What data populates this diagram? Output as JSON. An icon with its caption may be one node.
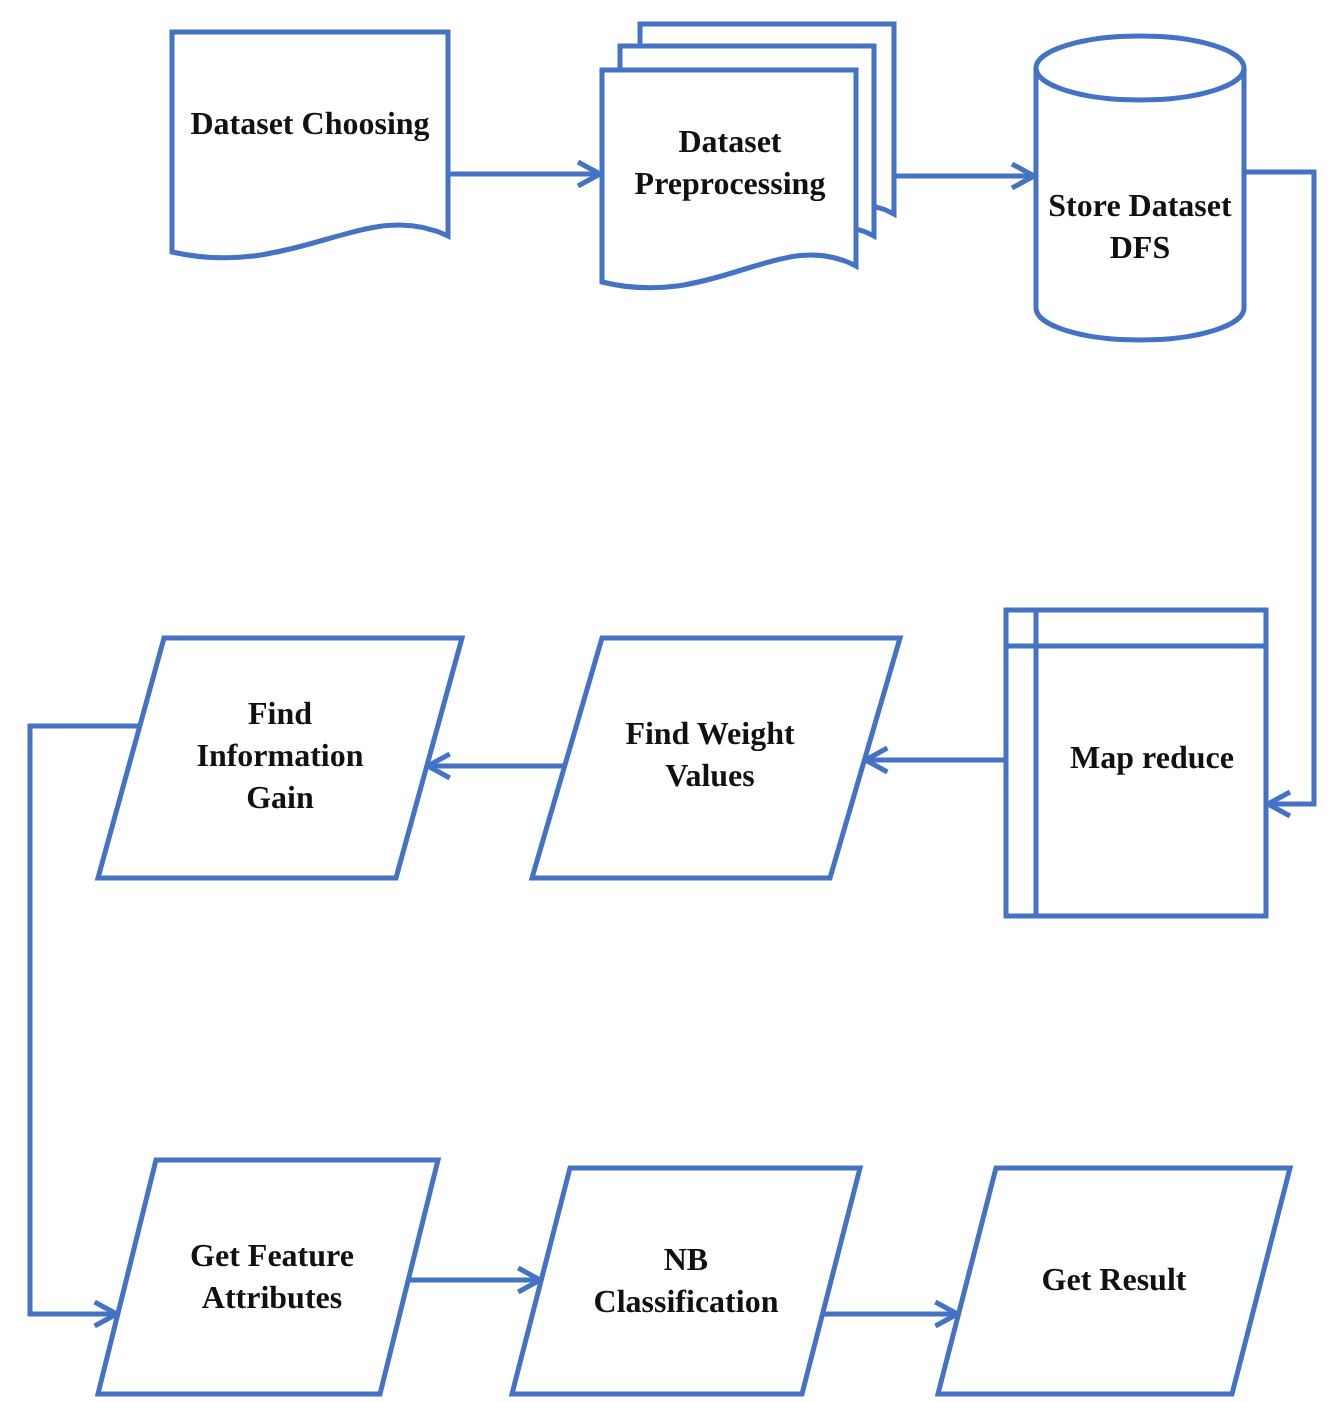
{
  "diagram": {
    "nodes": [
      {
        "text": [
          "Dataset Choosing"
        ]
      },
      {
        "text": [
          "Dataset Preprocessing"
        ]
      },
      {
        "text": [
          "Store Dataset DFS"
        ]
      },
      {
        "text": [
          "Map reduce"
        ]
      },
      {
        "text": [
          "Find Weight Values"
        ]
      },
      {
        "text": [
          "Find Information Gain"
        ]
      },
      {
        "text": [
          "Get Feature Attributes"
        ]
      },
      {
        "text": [
          "NB Classification"
        ]
      },
      {
        "text": [
          "Get Result"
        ]
      }
    ],
    "edges": [
      {
        "from": 0,
        "to": 1,
        "arrow": "to"
      },
      {
        "from": 1,
        "to": 2,
        "arrow": "to"
      },
      {
        "from": 2,
        "to": 3,
        "arrow": "to"
      },
      {
        "from": 3,
        "to": 4,
        "arrow": "to"
      },
      {
        "from": 4,
        "to": 5,
        "arrow": "to"
      },
      {
        "from": 5,
        "to": 6,
        "arrow": "to"
      },
      {
        "from": 6,
        "to": 7,
        "arrow": "to"
      },
      {
        "from": 7,
        "to": 8,
        "arrow": "to"
      }
    ]
  }
}
